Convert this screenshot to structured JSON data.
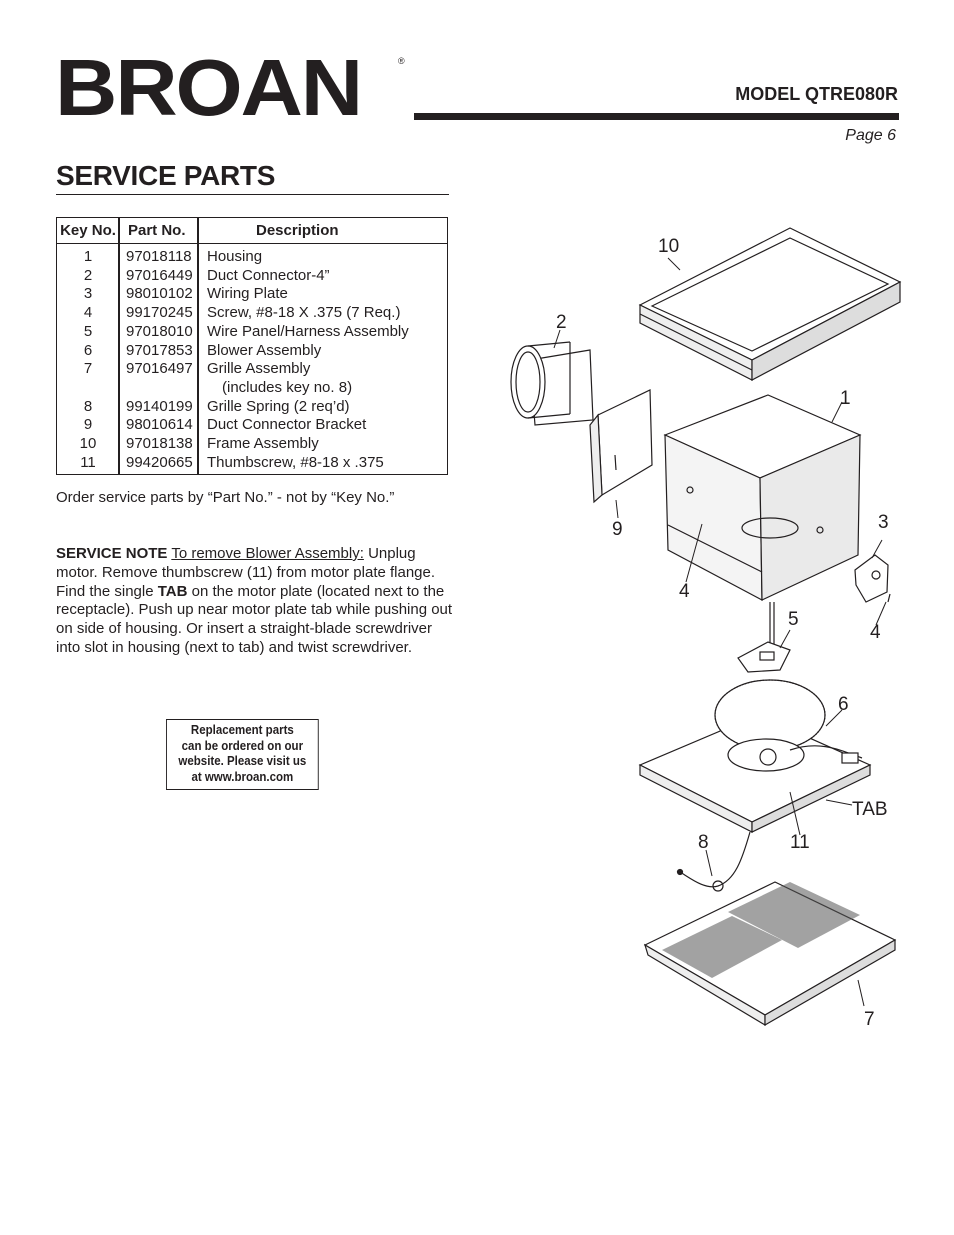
{
  "brand": {
    "name": "BROAN",
    "registered": "®"
  },
  "header": {
    "model": "MODEL  QTRE080R",
    "page": "Page 6"
  },
  "title": "SERVICE PARTS",
  "table": {
    "headers": {
      "key": "Key No.",
      "part": "Part No.",
      "desc": "Description"
    },
    "rows": [
      {
        "key": "1",
        "part": "97018118",
        "desc": "Housing"
      },
      {
        "key": "2",
        "part": "97016449",
        "desc": "Duct Connector-4”"
      },
      {
        "key": "3",
        "part": "98010102",
        "desc": "Wiring Plate"
      },
      {
        "key": "4",
        "part": "99170245",
        "desc": "Screw, #8-18 X .375 (7 Req.)"
      },
      {
        "key": "5",
        "part": "97018010",
        "desc": "Wire Panel/Harness Assembly"
      },
      {
        "key": "6",
        "part": "97017853",
        "desc": "Blower Assembly"
      },
      {
        "key": "7",
        "part": "97016497",
        "desc": "Grille Assembly"
      },
      {
        "key": "",
        "part": "",
        "desc": "(includes key no. 8)"
      },
      {
        "key": "8",
        "part": "99140199",
        "desc": "Grille Spring (2 req’d)"
      },
      {
        "key": "9",
        "part": "98010614",
        "desc": "Duct Connector Bracket"
      },
      {
        "key": "10",
        "part": "97018138",
        "desc": "Frame Assembly"
      },
      {
        "key": "11",
        "part": "99420665",
        "desc": "Thumbscrew, #8-18 x .375"
      }
    ]
  },
  "order_note": "Order service parts by “Part No.” - not by “Key No.”",
  "service_note": {
    "label": "SERVICE NOTE",
    "underlined": "To remove Blower Assembly:",
    "text1": " Unplug motor. Remove thumbscrew (11)  from motor plate flange. Find the single ",
    "tab": "TAB",
    "text2": " on the motor plate (located next to the receptacle). Push up near motor plate tab while pushing out on side of housing. Or insert a straight-blade screwdriver into slot in housing (next to tab) and twist screwdriver."
  },
  "web_box": {
    "line1": "Replacement parts",
    "line2": "can be ordered on our",
    "line3": "website. Please visit us",
    "line4": "at www.broan.com"
  },
  "diagram": {
    "callouts": {
      "c10": "10",
      "c2": "2",
      "c1": "1",
      "c3": "3",
      "c9": "9",
      "c4a": "4",
      "c4b": "4",
      "c5": "5",
      "c6": "6",
      "tab": "TAB",
      "c8": "8",
      "c11": "11",
      "c7": "7"
    }
  }
}
